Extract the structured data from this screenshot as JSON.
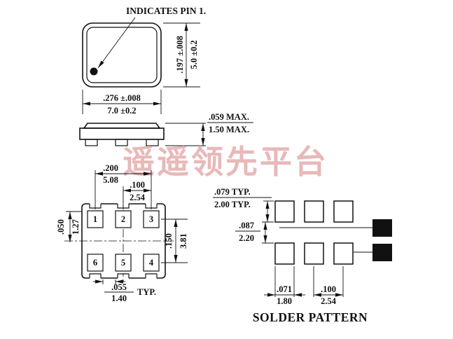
{
  "watermark": "遥遥领先平台",
  "top_view": {
    "pin1_callout": "INDICATES PIN 1.",
    "width_in": ".276 ±.008",
    "width_mm": "7.0 ±0.2",
    "height_in": ".197 ±.008",
    "height_mm": "5.0 ±0.2"
  },
  "side_view": {
    "height_in": ".059 MAX.",
    "height_mm": "1.50 MAX."
  },
  "bottom_view": {
    "pads": [
      "1",
      "2",
      "3",
      "6",
      "5",
      "4"
    ],
    "span_in": ".200",
    "span_mm": "5.08",
    "pitch_in": ".100",
    "pitch_mm": "2.54",
    "offset_in": ".050",
    "offset_mm": "1.27",
    "row_span_in": ".150",
    "row_span_mm": "3.81",
    "pad_width_in": ".055",
    "pad_width_mm": "1.40",
    "typ_label": "TYP."
  },
  "solder_pattern": {
    "title": "SOLDER PATTERN",
    "pad_height_in": ".079 TYP.",
    "pad_height_mm": "2.00 TYP.",
    "row_gap_in": ".087",
    "row_gap_mm": "2.20",
    "pad_width_in": ".071",
    "pad_width_mm": "1.80",
    "pitch_in": ".100",
    "pitch_mm": "2.54"
  },
  "colors": {
    "ink": "#111111",
    "watermark": "#d98c8c"
  }
}
